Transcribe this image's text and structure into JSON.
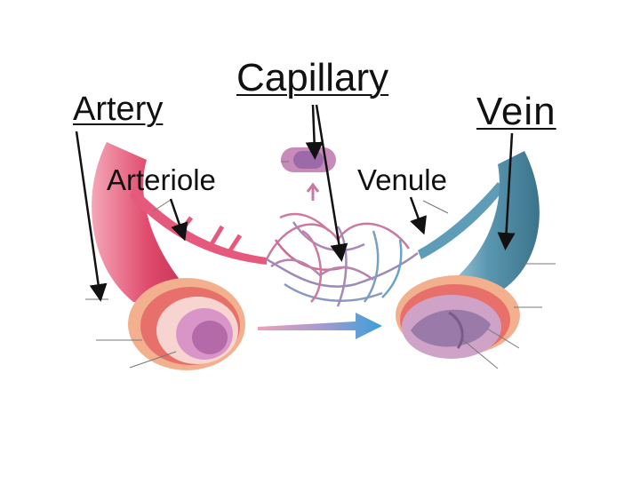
{
  "labels": {
    "artery": "Artery",
    "capillary": "Capillary",
    "vein": "Vein",
    "arteriole": "Arteriole",
    "venule": "Venule"
  },
  "colors": {
    "artery_outer": "#e04a6c",
    "artery_light": "#f29aae",
    "artery_lumen": "#d896c8",
    "vein_outer": "#5a97b0",
    "vein_light": "#a9d3df",
    "vein_lumen": "#9a7aa8",
    "muscle_layer": "#e8706a",
    "flow_arrow": "#3aa0d8",
    "label_arrow": "#111111"
  }
}
